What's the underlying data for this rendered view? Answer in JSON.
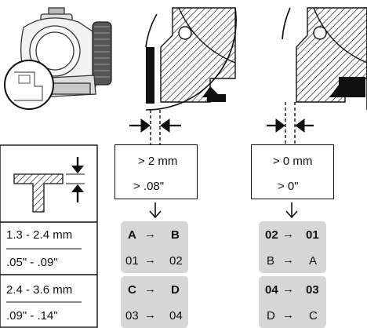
{
  "spec_boxes": [
    {
      "line1": "> 2 mm",
      "line2": "> .08\""
    },
    {
      "line1": "> 0 mm",
      "line2": "> 0\""
    }
  ],
  "table_rows": [
    {
      "mm": "1.3 - 2.4 mm",
      "inch": ".05\" - .09\""
    },
    {
      "mm": "2.4 - 3.6 mm",
      "inch": ".09\"  -  .14\""
    }
  ],
  "groups_left": [
    {
      "top_from": "A",
      "top_to": "B",
      "bottom_from": "01",
      "bottom_to": "02"
    },
    {
      "top_from": "C",
      "top_to": "D",
      "bottom_from": "03",
      "bottom_to": "04"
    }
  ],
  "groups_right": [
    {
      "top_from": "02",
      "top_to": "01",
      "bottom_from": "B",
      "bottom_to": "A"
    },
    {
      "top_from": "04",
      "top_to": "03",
      "bottom_from": "D",
      "bottom_to": "C"
    }
  ],
  "arrow_glyph": "→",
  "down_glyph": "↓",
  "icons": [
    "optic-device-icon",
    "detail-circle-icon",
    "gap-arrows-icon",
    "hatched-profile-icon"
  ]
}
